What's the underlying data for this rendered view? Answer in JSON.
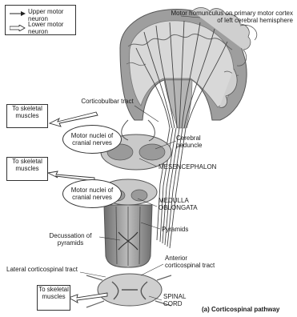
{
  "legend": {
    "upper": "Upper motor neuron",
    "lower": "Lower motor neuron"
  },
  "labels": {
    "homunculus": "Motor homunculus on primary motor cortex of left cerebral hemisphere",
    "corticobulbar": "Corticobulbar tract",
    "cerebral_peduncle": "Cerebral peduncle",
    "mesencephalon": "MESENCEPHALON",
    "medulla": "MEDULLA OBLONGATA",
    "pyramids": "Pyramids",
    "decussation": "Decussation of pyramids",
    "lateral_tract": "Lateral corticospinal tract",
    "anterior_tract": "Anterior corticospinal tract",
    "spinal_cord": "SPINAL CORD",
    "caption": "(a) Corticospinal pathway"
  },
  "muscle_boxes": [
    "To skeletal muscles",
    "To skeletal muscles",
    "To skeletal muscles"
  ],
  "motor_nuclei": [
    "Motor nuclei of cranial nerves",
    "Motor nuclei of cranial nerves"
  ]
}
